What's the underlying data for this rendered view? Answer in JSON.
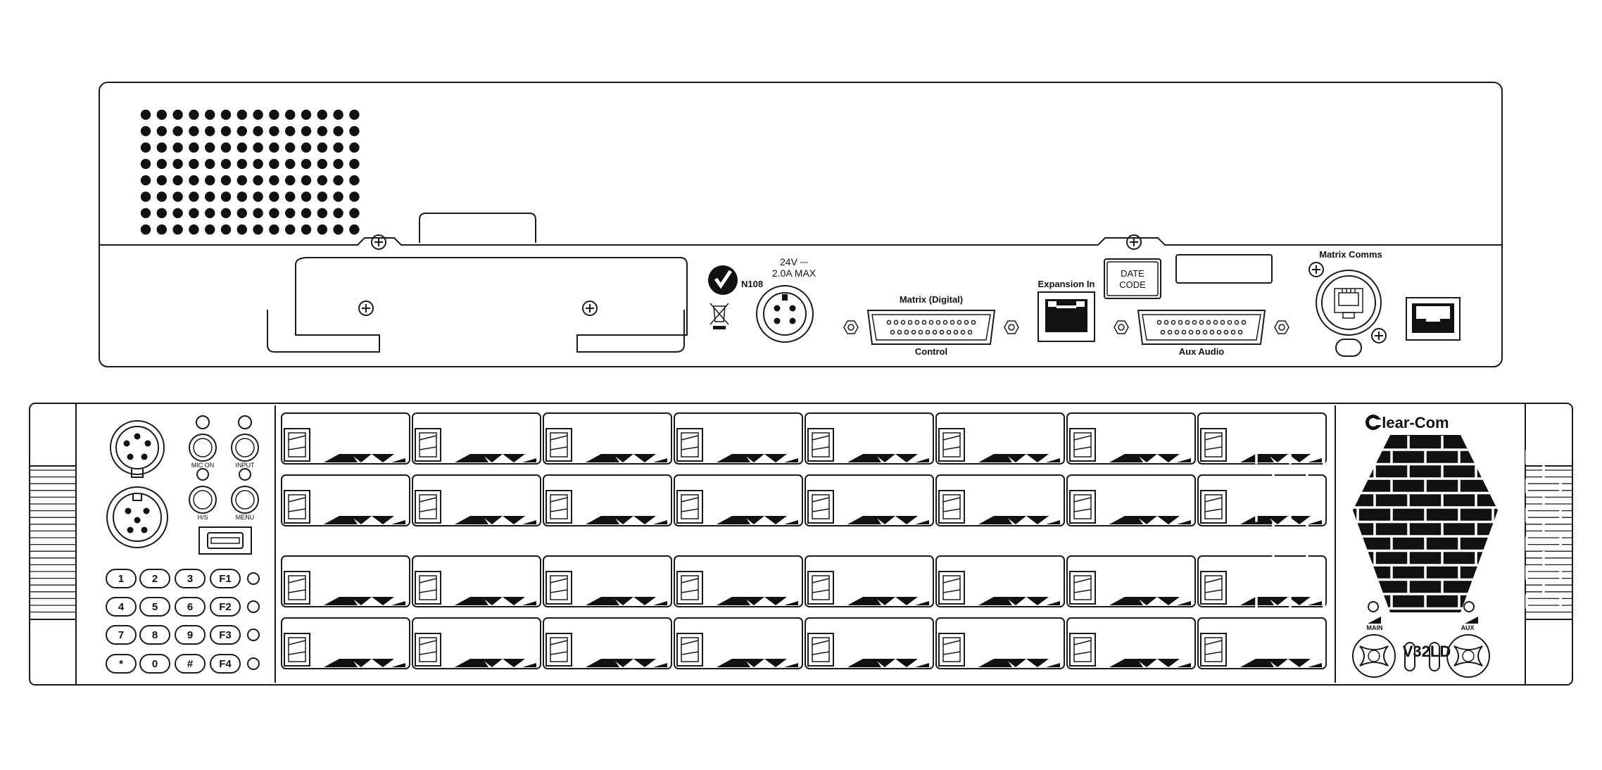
{
  "rear_panel": {
    "power_rating": [
      "24V ⎓",
      "2.0A MAX"
    ],
    "compliance_mark": "N108",
    "matrix_digital_label": "Matrix (Digital)",
    "control_label": "Control",
    "expansion_label": "Expansion In",
    "date_code_label": [
      "DATE",
      "CODE"
    ],
    "aux_audio_label": "Aux Audio",
    "matrix_comms_label": "Matrix Comms"
  },
  "front_panel": {
    "mic_on_label": "MIC ON",
    "input_label": "INPUT",
    "hs_label": "H/S",
    "menu_label": "MENU",
    "keypad": [
      [
        "1",
        "2",
        "3",
        "F1"
      ],
      [
        "4",
        "5",
        "6",
        "F2"
      ],
      [
        "7",
        "8",
        "9",
        "F3"
      ],
      [
        "*",
        "0",
        "#",
        "F4"
      ]
    ],
    "brand": "Clear-Com",
    "model": "V32LD",
    "main_label": "MAIN",
    "aux_label": "AUX"
  },
  "key_grid": {
    "rows": 4,
    "columns": 8
  },
  "colors": {
    "line": "#1a1a1a",
    "background": "#ffffff"
  }
}
